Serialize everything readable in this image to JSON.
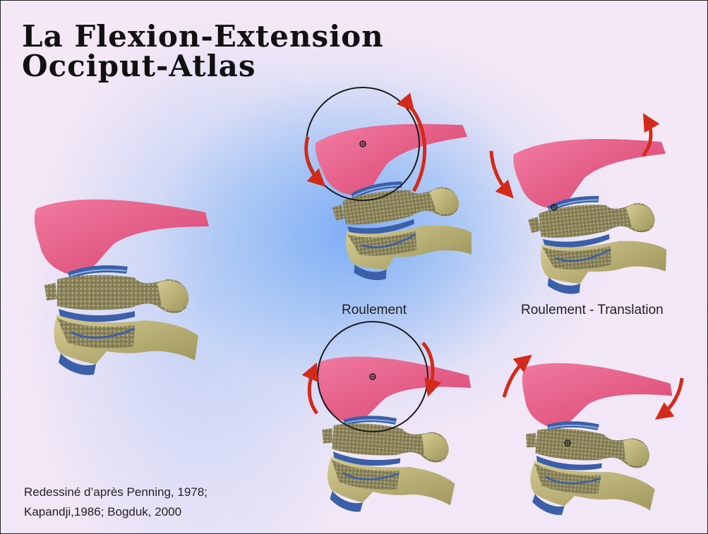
{
  "title": {
    "line1": "La Flexion-Extension",
    "line2": "Occiput-Atlas"
  },
  "labels": {
    "rolling": "Roulement",
    "rolling_translation": "Roulement - Translation"
  },
  "credit": {
    "line1": "Redessiné d’après Penning, 1978;",
    "line2": "Kapandji,1986; Bogduk, 2000"
  },
  "colors": {
    "occiput": "#e05a86",
    "vertebra": "#b8b077",
    "disc": "#3b5fa8",
    "arrow": "#d42a1a",
    "circle": "#1c1c1c"
  }
}
